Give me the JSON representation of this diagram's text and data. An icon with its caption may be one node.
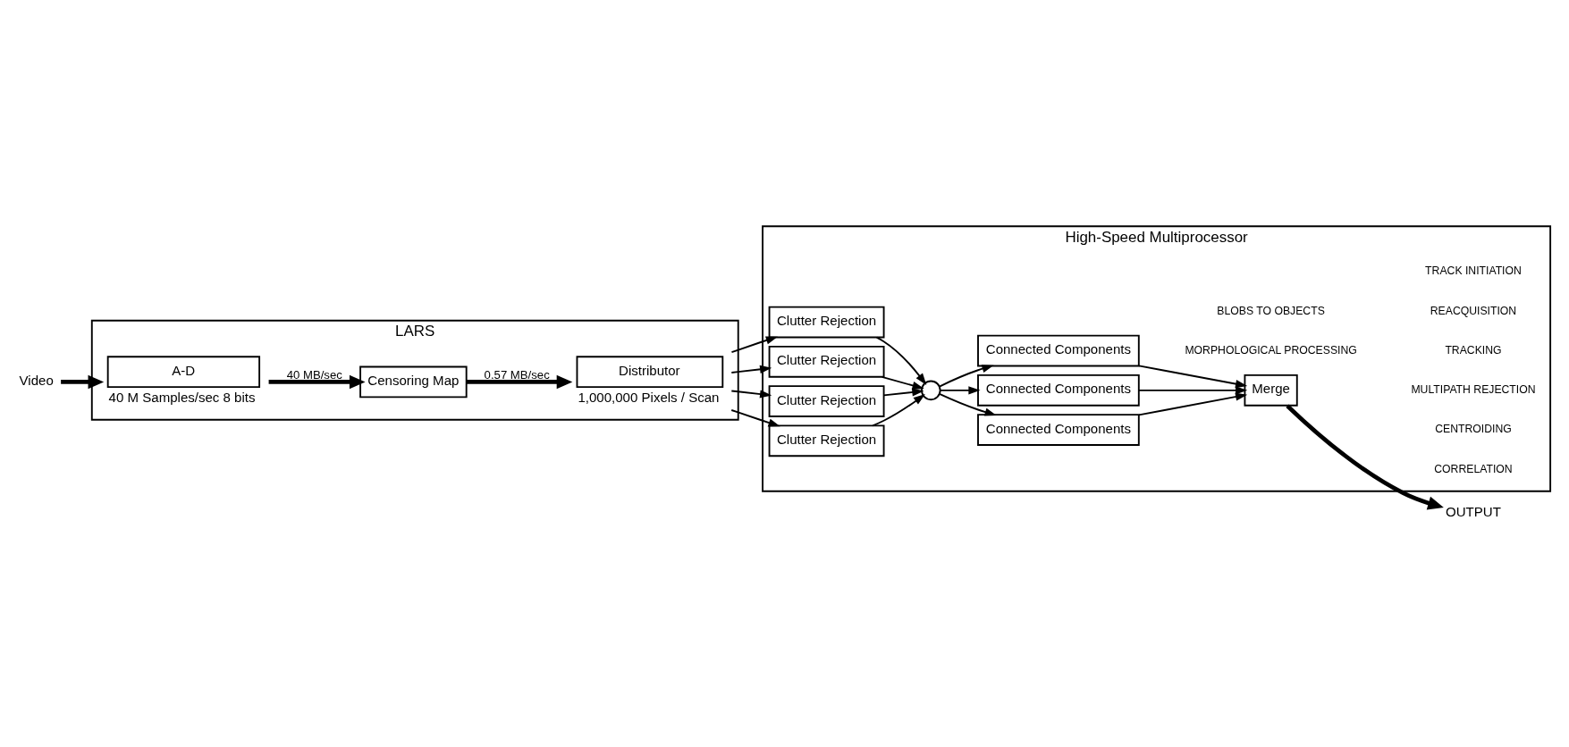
{
  "diagram": {
    "nodes": [
      {
        "text": [
          "LARS"
        ]
      },
      {
        "text": [
          "A-D"
        ],
        "in": 0,
        "beside": [
          "40 M Samples/sec 8 bits"
        ]
      },
      {
        "text": [
          "Censoring Map"
        ],
        "in": 0
      },
      {
        "text": [
          "Distributor"
        ],
        "in": 0,
        "beside": [
          "1,000,000 Pixels / Scan"
        ]
      },
      {
        "text": [
          "High-Speed Multiprocessor"
        ]
      },
      {
        "text": [
          "Clutter Rejection"
        ],
        "in": 4
      },
      {
        "text": [
          "Clutter Rejection"
        ],
        "in": 4
      },
      {
        "text": [
          "Clutter Rejection"
        ],
        "in": 4
      },
      {
        "text": [
          "Clutter Rejection"
        ],
        "in": 4
      },
      {
        "text": [],
        "shape": "circle",
        "in": 4
      },
      {
        "text": [
          "Connected Components"
        ],
        "in": 4
      },
      {
        "text": [
          "Connected Components"
        ],
        "in": 4
      },
      {
        "text": [
          "Connected Components"
        ],
        "in": 4
      },
      {
        "text": [
          "Merge"
        ],
        "in": 4
      },
      {
        "text": [
          "Video"
        ]
      },
      {
        "text": [
          "OUTPUT"
        ]
      }
    ],
    "edges": [
      {
        "from": 14,
        "to": 1,
        "arrow": "to",
        "style": "thick"
      },
      {
        "from": 1,
        "to": 2,
        "arrow": "to",
        "label": "40 MB/sec",
        "style": "thick"
      },
      {
        "from": 2,
        "to": 3,
        "arrow": "to",
        "label": "0.57 MB/sec",
        "style": "thick"
      },
      {
        "from": 3,
        "to": 5,
        "arrow": "to"
      },
      {
        "from": 3,
        "to": 6,
        "arrow": "to"
      },
      {
        "from": 3,
        "to": 7,
        "arrow": "to"
      },
      {
        "from": 3,
        "to": 8,
        "arrow": "to"
      },
      {
        "from": 5,
        "to": 9,
        "arrow": "to"
      },
      {
        "from": 6,
        "to": 9,
        "arrow": "to"
      },
      {
        "from": 7,
        "to": 9,
        "arrow": "to"
      },
      {
        "from": 8,
        "to": 9,
        "arrow": "to"
      },
      {
        "from": 9,
        "to": 10,
        "arrow": "to"
      },
      {
        "from": 9,
        "to": 11,
        "arrow": "to"
      },
      {
        "from": 9,
        "to": 12,
        "arrow": "to"
      },
      {
        "from": 10,
        "to": 13,
        "arrow": "to"
      },
      {
        "from": 11,
        "to": 13,
        "arrow": "to"
      },
      {
        "from": 12,
        "to": 13,
        "arrow": "to"
      },
      {
        "from": 13,
        "to": 15,
        "arrow": "to",
        "style": "thick"
      }
    ],
    "labels": [
      "CORRELATION",
      "CENTROIDING",
      "MULTIPATH REJECTION",
      "TRACKING",
      "REACQUISITION",
      "TRACK INITIATION",
      "MORPHOLOGICAL PROCESSING",
      "BLOBS TO OBJECTS"
    ]
  }
}
